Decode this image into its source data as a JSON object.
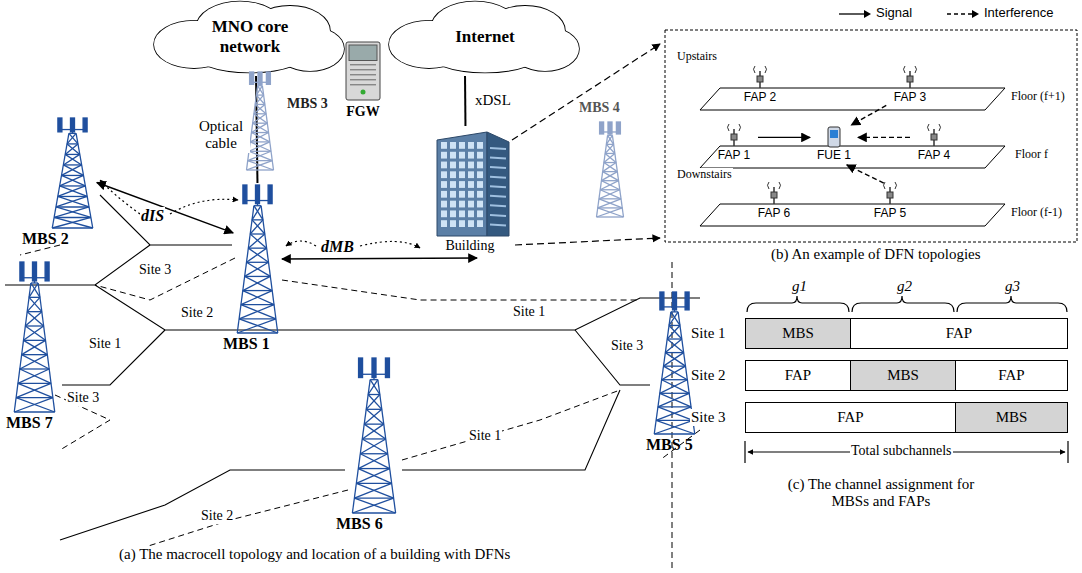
{
  "diagram": {
    "nodes": [
      {
        "text": [
          "MNO core network"
        ]
      },
      {
        "text": [
          "FGW"
        ]
      },
      {
        "text": [
          "Internet"
        ]
      },
      {
        "text": [
          "MBS 3"
        ]
      },
      {
        "text": [
          "MBS 2"
        ]
      },
      {
        "text": [
          "MBS 1"
        ]
      },
      {
        "text": [
          "Building"
        ]
      },
      {
        "text": [
          "MBS 4"
        ]
      },
      {
        "text": [
          "MBS 7"
        ]
      },
      {
        "text": [
          "MBS 5"
        ]
      },
      {
        "text": [
          "MBS 6"
        ]
      },
      {
        "text": [
          "FAP 2"
        ]
      },
      {
        "text": [
          "FAP 3"
        ]
      },
      {
        "text": [
          "FAP 1"
        ]
      },
      {
        "text": [
          "FUE 1"
        ]
      },
      {
        "text": [
          "FAP 4"
        ]
      },
      {
        "text": [
          "FAP 6"
        ]
      },
      {
        "text": [
          "FAP 5"
        ]
      },
      {
        "text": [
          "MBS"
        ]
      },
      {
        "text": [
          "FAP"
        ]
      },
      {
        "text": [
          "FAP"
        ]
      },
      {
        "text": [
          "MBS"
        ]
      },
      {
        "text": [
          "FAP"
        ]
      },
      {
        "text": [
          "FAP"
        ]
      },
      {
        "text": [
          "MBS"
        ]
      }
    ],
    "edges": [
      {
        "from": 0,
        "to": 5,
        "arrow": "none",
        "label": "Optical cable"
      },
      {
        "from": 2,
        "to": 6,
        "arrow": "none",
        "label": "xDSL"
      },
      {
        "from": 5,
        "to": 4,
        "arrow": "both",
        "label": "dIS"
      },
      {
        "from": 5,
        "to": 6,
        "arrow": "both",
        "label": "dMB"
      },
      {
        "from": 13,
        "to": 14,
        "arrow": "to"
      },
      {
        "from": 12,
        "to": 14,
        "arrow": "to"
      },
      {
        "from": 15,
        "to": 14,
        "arrow": "to"
      },
      {
        "from": 17,
        "to": 14,
        "arrow": "to"
      }
    ],
    "labels": [
      "Site 3",
      "Site 2",
      "Site 1",
      "Site 1",
      "Site 3",
      "Site 3",
      "Site 1",
      "Site 2",
      "(a) The macrocell topology and location of a building with DFNs",
      "Upstairs",
      "Floor (f+1)",
      "Floor f",
      "Downstairs",
      "Floor (f-1)",
      "(b) An example of DFN topologies",
      "g1",
      "g2",
      "g3",
      "Site 1",
      "Site 2",
      "Site 3",
      "Total subchannels",
      "(c) The channel assignment for MBSs and FAPs"
    ],
    "legend": [
      {
        "text": "Signal"
      },
      {
        "text": "Interference"
      }
    ]
  }
}
